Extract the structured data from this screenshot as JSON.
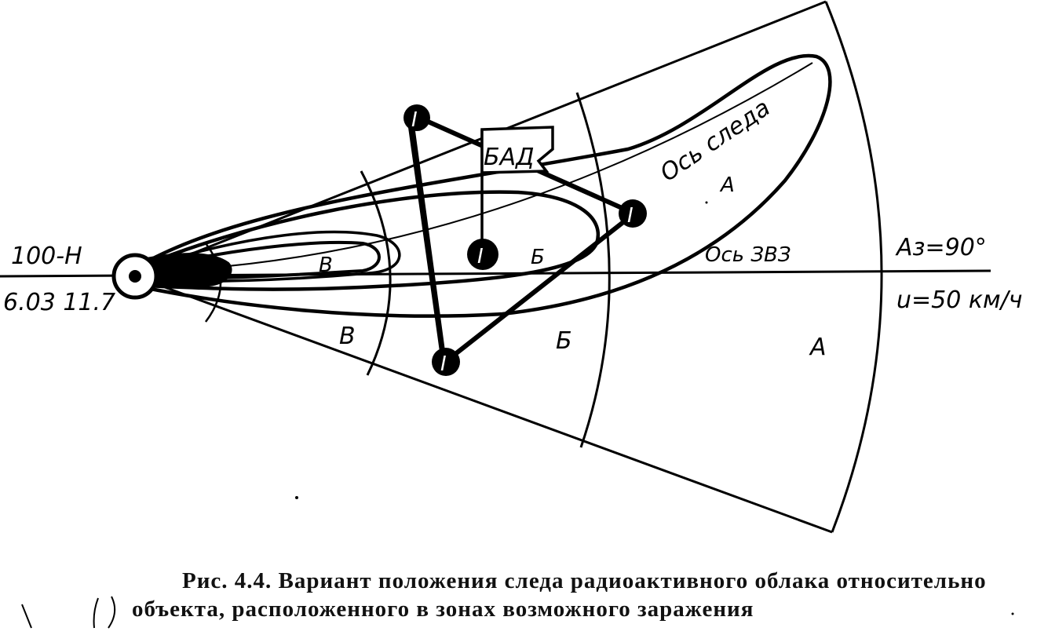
{
  "labels": {
    "source_code": "100-Н",
    "source_time": "6.03 11.7",
    "trace_axis": "Ось следа",
    "zvz_axis": "Ось ЗВЗ",
    "azimuth": "Аз=90°",
    "wind_speed": "u=50 км/ч",
    "object": "БАД",
    "zone_trace_v": "В",
    "zone_trace_b": "Б",
    "zone_trace_a": "А",
    "zone_sector_v": "В",
    "zone_sector_b": "Б",
    "zone_sector_a": "А",
    "vertex_mark": "I"
  },
  "caption": {
    "line1": "Рис. 4.4. Вариант положения следа радиоактивного облака относительно",
    "line2": "объекта, расположенного в зонах возможного заражения"
  }
}
